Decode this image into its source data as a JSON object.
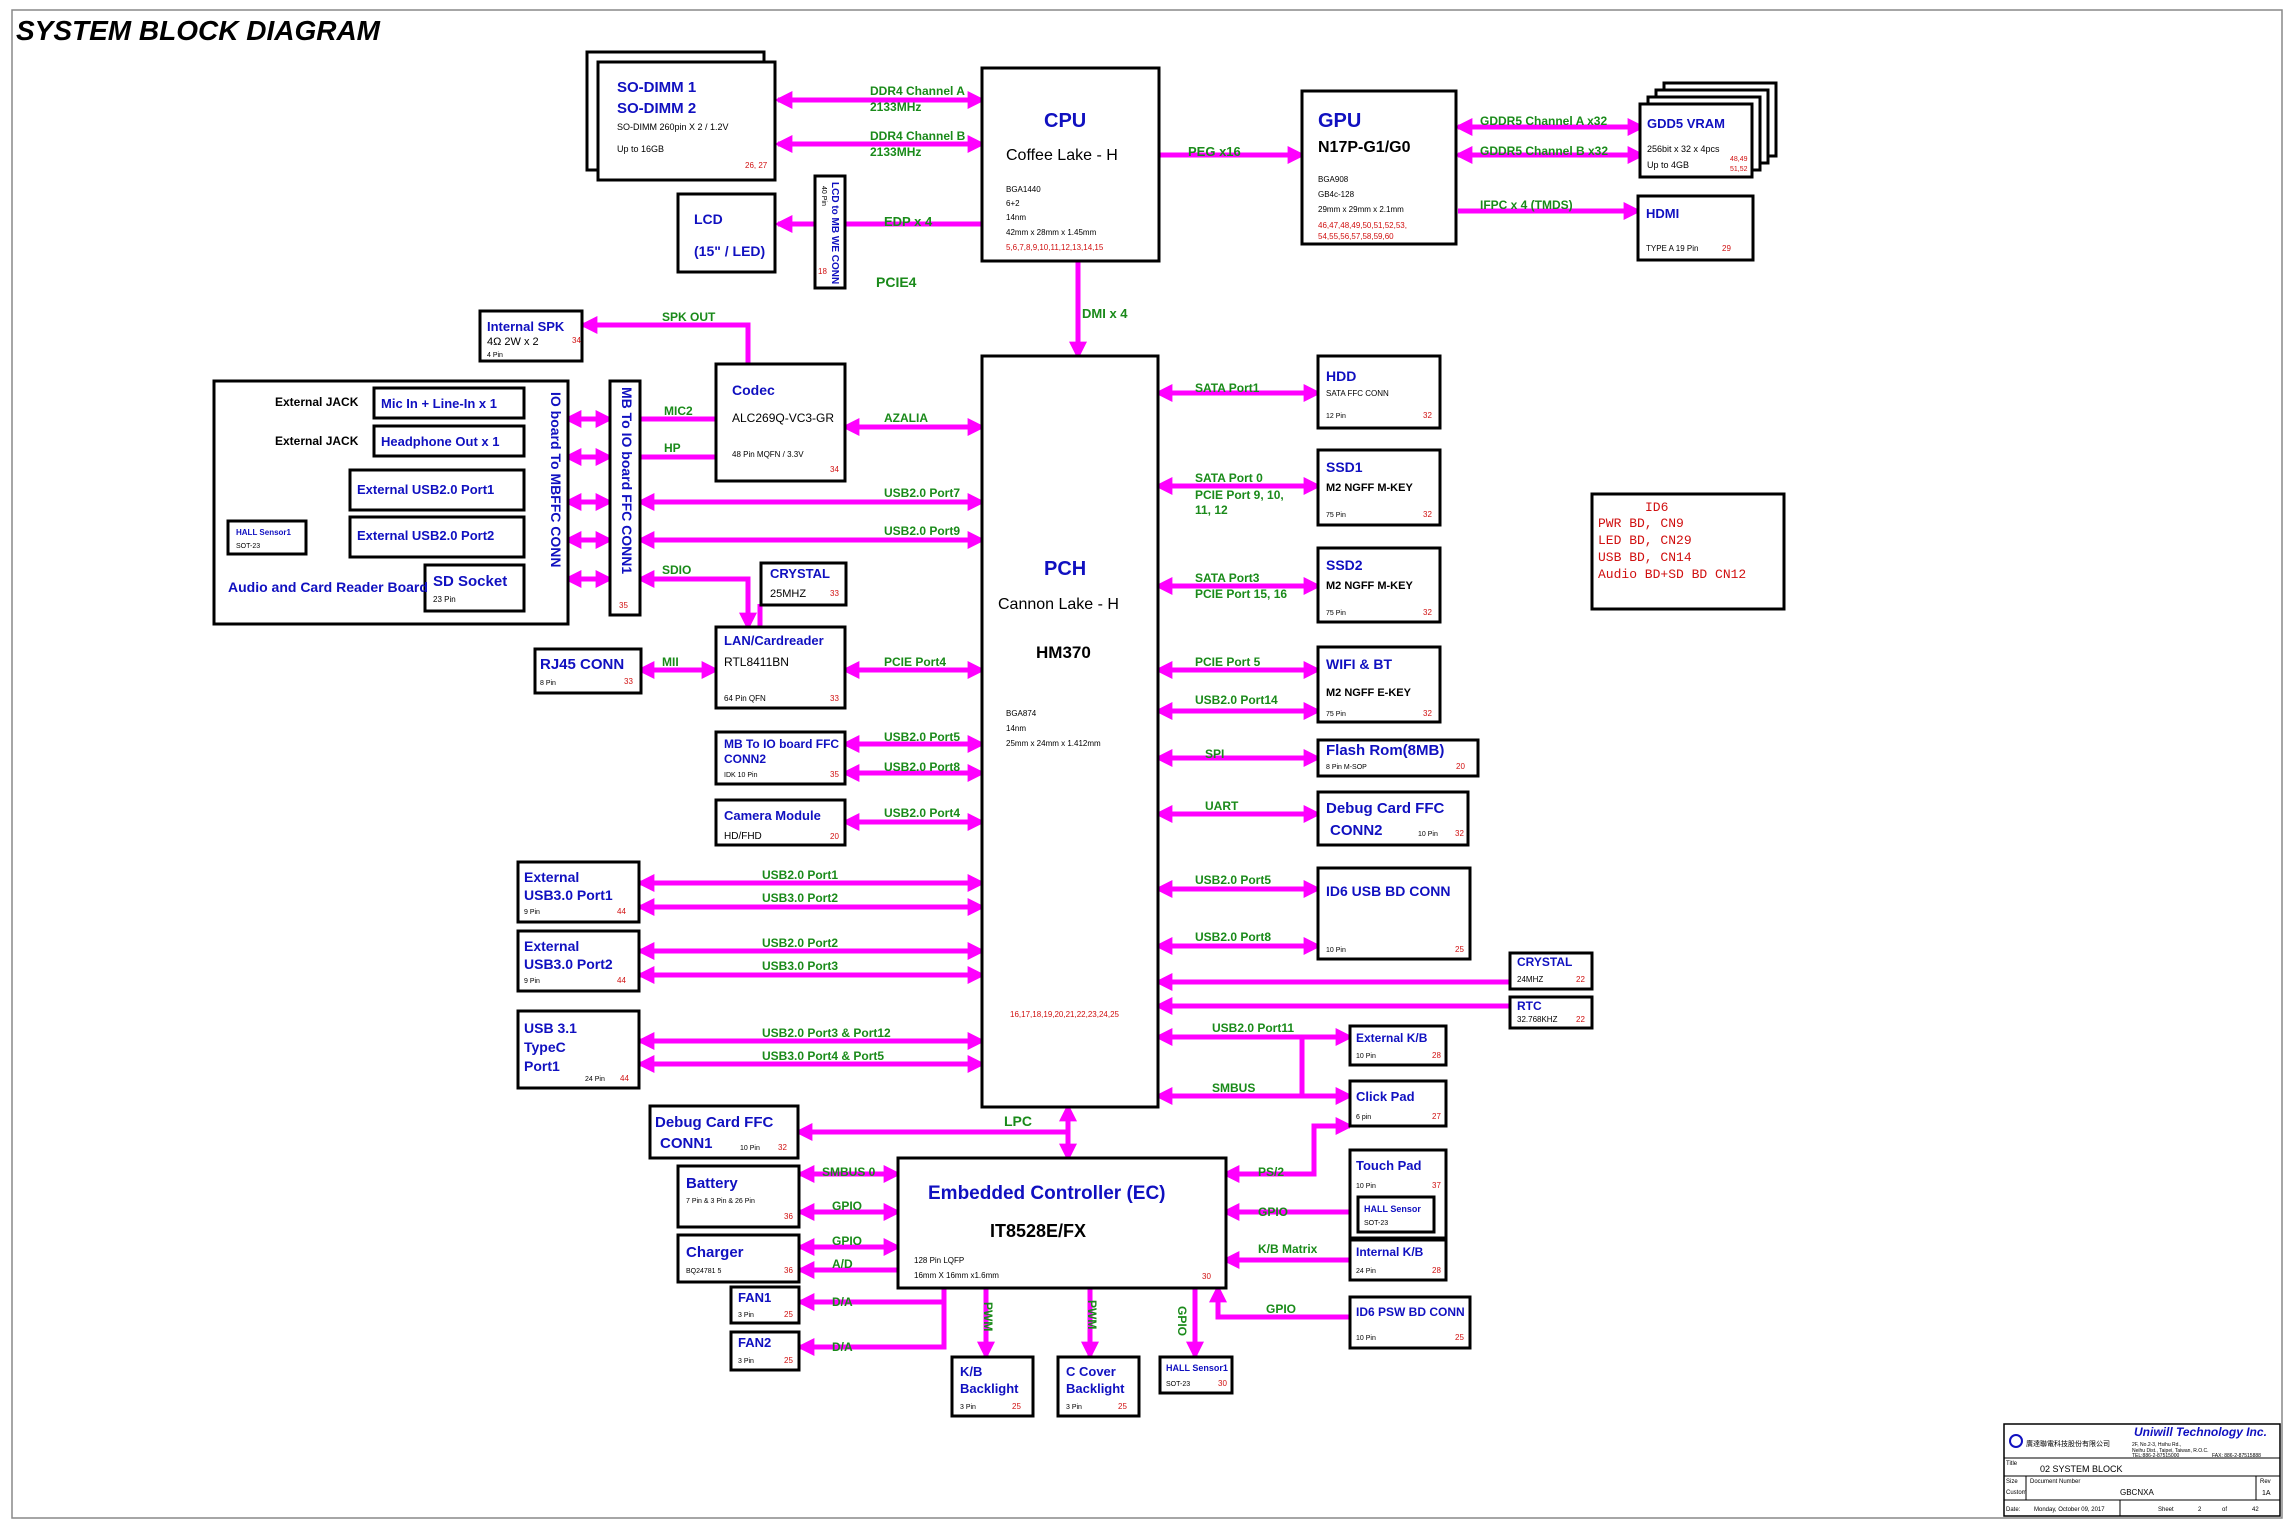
{
  "title": "SYSTEM BLOCK DIAGRAM",
  "colors": {
    "bus": "#ff00ff",
    "component_text": "#1010c0",
    "signal_text": "#1a8a1a",
    "page_ref": "#d01010"
  },
  "cpu": {
    "name": "CPU",
    "model": "Coffee Lake - H",
    "pkg1": "BGA1440",
    "pkg2": "6+2",
    "pkg3": "14nm",
    "pkg4": "42mm x 28mm x 1.45mm",
    "pages": "5,6,7,8,9,10,11,12,13,14,15"
  },
  "gpu": {
    "name": "GPU",
    "model": "N17P-G1/G0",
    "pkg1": "BGA908",
    "pkg2": "GB4c-128",
    "pkg3": "29mm x 29mm x 2.1mm",
    "pages1": "46,47,48,49,50,51,52,53,",
    "pages2": "54,55,56,57,58,59,60"
  },
  "pch": {
    "name": "PCH",
    "model": "Cannon Lake - H",
    "chipset": "HM370",
    "pkg1": "BGA874",
    "pkg2": "14nm",
    "pkg3": "25mm x 24mm x 1.412mm",
    "pages": "16,17,18,19,20,21,22,23,24,25"
  },
  "ec": {
    "name": "Embedded Controller (EC)",
    "model": "IT8528E/FX",
    "pkg1": "128 Pin LQFP",
    "pkg2": "16mm X 16mm x1.6mm",
    "page": "30"
  },
  "sodimm": {
    "l1": "SO-DIMM 1",
    "l2": "SO-DIMM 2",
    "spec": "SO-DIMM 260pin X 2 / 1.2V",
    "cap": "Up to 16GB",
    "pages": "26, 27"
  },
  "ddr_a": {
    "l1": "DDR4 Channel A",
    "l2": "2133MHz"
  },
  "ddr_b": {
    "l1": "DDR4 Channel B",
    "l2": "2133MHz"
  },
  "lcd": {
    "l1": "LCD",
    "l2": "(15\" / LED)"
  },
  "lcd_conn": {
    "label": "LCD to MB WE CONN",
    "pins": "40 Pin",
    "page": "18"
  },
  "edp": "EDP x 4",
  "pcie4": "PCIE4",
  "peg": "PEG x16",
  "dmi": "DMI x 4",
  "vram": {
    "name": "GDD5 VRAM",
    "spec": "256bit x 32 x 4pcs",
    "cap": "Up to 4GB",
    "pages1": "48,49",
    "pages2": "51,52"
  },
  "gddr_a": "GDDR5 Channel A x32",
  "gddr_b": "GDDR5 Channel B x32",
  "ifpc": "IFPC x 4 (TMDS)",
  "hdmi": {
    "name": "HDMI",
    "spec": "TYPE A 19 Pin",
    "page": "29"
  },
  "spk": {
    "name": "Internal SPK",
    "spec": "4Ω 2W x 2",
    "pins": "4 Pin",
    "page": "34",
    "bus": "SPK OUT"
  },
  "codec": {
    "name": "Codec",
    "model": "ALC269Q-VC3-GR",
    "pkg": "48 Pin MQFN / 3.3V",
    "page": "34",
    "mic": "MIC2",
    "hp": "HP",
    "azalia": "AZALIA"
  },
  "io_board": {
    "title": "Audio and Card Reader Board",
    "jack1": "External JACK",
    "jack2": "External JACK",
    "mic": "Mic In + Line-In x 1",
    "headphone": "Headphone Out x 1",
    "usb1": "External USB2.0 Port1",
    "usb2": "External USB2.0 Port2",
    "hall": "HALL Sensor1",
    "hall_pkg": "SOT-23",
    "sd": "SD Socket",
    "sd_pins": "23 Pin",
    "conn": "IO board To MBFFC CONN"
  },
  "mb_io_conn": {
    "label": "MB To IO board FFC CONN1",
    "page": "35"
  },
  "usb_io": [
    "USB2.0 Port7",
    "USB2.0 Port9"
  ],
  "crystal25": {
    "name": "CRYSTAL",
    "freq": "25MHZ",
    "page": "33"
  },
  "sdio": "SDIO",
  "lan": {
    "name": "LAN/Cardreader",
    "model": "RTL8411BN",
    "pkg": "64 Pin QFN",
    "page": "33",
    "bus": "PCIE Port4"
  },
  "rj45": {
    "name": "RJ45 CONN",
    "pins": "8 Pin",
    "page": "33",
    "bus": "MII"
  },
  "mb_io_conn2": {
    "l1": "MB To IO board FFC",
    "l2": "CONN2",
    "pins": "IDK 10 Pin",
    "page": "35",
    "bus1": "USB2.0 Port5",
    "bus2": "USB2.0 Port8"
  },
  "camera": {
    "name": "Camera Module",
    "spec": "HD/FHD",
    "page": "20",
    "bus": "USB2.0 Port4"
  },
  "ext_usb1": {
    "l1": "External",
    "l2": "USB3.0 Port1",
    "pins": "9 Pin",
    "page": "44",
    "bus1": "USB2.0 Port1",
    "bus2": "USB3.0 Port2"
  },
  "ext_usb2": {
    "l1": "External",
    "l2": "USB3.0 Port2",
    "pins": "9 Pin",
    "page": "44",
    "bus1": "USB2.0 Port2",
    "bus2": "USB3.0 Port3"
  },
  "typec": {
    "l1": "USB 3.1",
    "l2": "TypeC",
    "l3": "Port1",
    "pins": "24 Pin",
    "page": "44",
    "bus1": "USB2.0 Port3 & Port12",
    "bus2": "USB3.0 Port4 & Port5"
  },
  "hdd": {
    "name": "HDD",
    "spec": "SATA FFC CONN",
    "pins": "12 Pin",
    "page": "32",
    "bus": "SATA Port1"
  },
  "ssd1": {
    "name": "SSD1",
    "spec": "M2 NGFF M-KEY",
    "pins": "75 Pin",
    "page": "32",
    "bus1": "SATA Port 0",
    "bus2": "PCIE Port 9, 10,",
    "bus3": "11, 12"
  },
  "ssd2": {
    "name": "SSD2",
    "spec": "M2 NGFF M-KEY",
    "pins": "75 Pin",
    "page": "32",
    "bus1": "SATA Port3",
    "bus2": "PCIE Port 15, 16"
  },
  "wifi": {
    "name": "WIFI & BT",
    "spec": "M2 NGFF E-KEY",
    "pins": "75 Pin",
    "page": "32",
    "bus1": "PCIE Port 5",
    "bus2": "USB2.0 Port14"
  },
  "flash": {
    "name": "Flash Rom(8MB)",
    "pins": "8 Pin M-SOP",
    "page": "20",
    "bus": "SPI"
  },
  "debug2": {
    "l1": "Debug Card FFC",
    "l2": "CONN2",
    "pins": "10 Pin",
    "page": "32",
    "bus": "UART"
  },
  "id6usb": {
    "name": "ID6 USB BD CONN",
    "pins": "10 Pin",
    "page": "25",
    "bus1": "USB2.0 Port5",
    "bus2": "USB2.0 Port8"
  },
  "crystal24": {
    "name": "CRYSTAL",
    "freq": "24MHZ",
    "page": "22"
  },
  "rtc": {
    "name": "RTC",
    "freq": "32.768KHZ",
    "page": "22"
  },
  "id6_note": {
    "title": "ID6",
    "l1": "PWR BD, CN9",
    "l2": "LED BD, CN29",
    "l3": "USB BD, CN14",
    "l4": "Audio BD+SD BD CN12"
  },
  "ext_kb": {
    "name": "External K/B",
    "pins": "10 Pin",
    "page": "28",
    "bus": "USB2.0 Port11"
  },
  "smbus": "SMBUS",
  "clickpad": {
    "name": "Click Pad",
    "pins": "6 pin",
    "page": "27"
  },
  "lpc": "LPC",
  "debug1": {
    "l1": "Debug Card FFC",
    "l2": "CONN1",
    "pins": "10 Pin",
    "page": "32"
  },
  "battery": {
    "name": "Battery",
    "pins": "7 Pin & 3 Pin & 26 Pin",
    "page": "36",
    "bus1": "SMBUS 0",
    "bus2": "GPIO"
  },
  "charger": {
    "name": "Charger",
    "model": "BQ24781 5",
    "page": "36",
    "bus1": "GPIO",
    "bus2": "A/D"
  },
  "fan1": {
    "name": "FAN1",
    "pins": "3 Pin",
    "page": "25",
    "bus": "D/A"
  },
  "fan2": {
    "name": "FAN2",
    "pins": "3 Pin",
    "page": "25",
    "bus": "D/A"
  },
  "kb_backlight": {
    "l1": "K/B",
    "l2": "Backlight",
    "pins": "3 Pin",
    "page": "25",
    "bus": "PWM"
  },
  "cover_backlight": {
    "l1": "C Cover",
    "l2": "Backlight",
    "pins": "3 Pin",
    "page": "25",
    "bus": "PWM"
  },
  "hall_ec": {
    "name": "HALL Sensor1",
    "pkg": "SOT-23",
    "page": "30",
    "bus": "GPIO"
  },
  "touchpad": {
    "name": "Touch Pad",
    "pins": "10 Pin",
    "page": "37",
    "hall": "HALL Sensor",
    "hall_pkg": "SOT-23",
    "bus1": "PS/2",
    "bus2": "GPIO"
  },
  "int_kb": {
    "name": "Internal K/B",
    "pins": "24 Pin",
    "page": "28",
    "bus": "K/B Matrix"
  },
  "pswbd": {
    "name": "ID6 PSW BD CONN",
    "pins": "10 Pin",
    "page": "25",
    "bus": "GPIO"
  },
  "title_block": {
    "company": "Uniwill Technology Inc.",
    "company_cn": "廣達聯電科技股份有限公司",
    "address1": "2F, No.2-3, Hsihu Rd.,",
    "address2": "Neihu Dist., Taipei, Taiwan, R.O.C.",
    "tel": "TEL:886-2-87515000",
    "fax": "FAX: 886-2-87515888",
    "title_label": "Title",
    "title": "02 SYSTEM BLOCK",
    "size_label": "Size",
    "size": "Custom",
    "docno_label": "Document Number",
    "docno": "GBCNXA",
    "rev_label": "Rev",
    "rev": "1A",
    "date_label": "Date:",
    "date": "Monday, October 09, 2017",
    "sheet_label": "Sheet",
    "sheet": "2",
    "of_label": "of",
    "total": "42"
  }
}
